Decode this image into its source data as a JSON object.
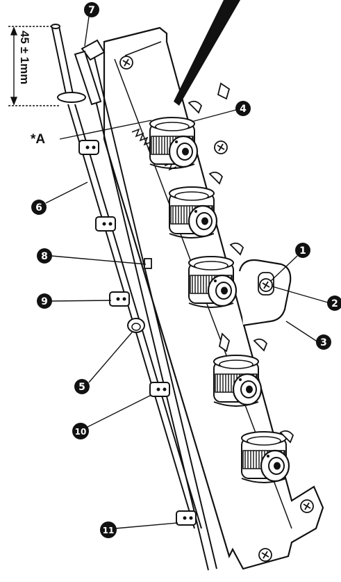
{
  "dimension": {
    "text": "45 ± 1mm"
  },
  "label_a": "*A",
  "callouts": [
    {
      "id": "1",
      "glyph": "❶"
    },
    {
      "id": "2",
      "glyph": "❷"
    },
    {
      "id": "3",
      "glyph": "❸"
    },
    {
      "id": "4",
      "glyph": "❹"
    },
    {
      "id": "5",
      "glyph": "❺"
    },
    {
      "id": "6",
      "glyph": "❻"
    },
    {
      "id": "7",
      "glyph": "❼"
    },
    {
      "id": "8",
      "glyph": "❽"
    },
    {
      "id": "9",
      "glyph": "❾"
    },
    {
      "id": "10",
      "glyph": "❿"
    },
    {
      "id": "11",
      "glyph": "⓫"
    }
  ],
  "colors": {
    "ink": "#111111",
    "paper": "#ffffff"
  }
}
